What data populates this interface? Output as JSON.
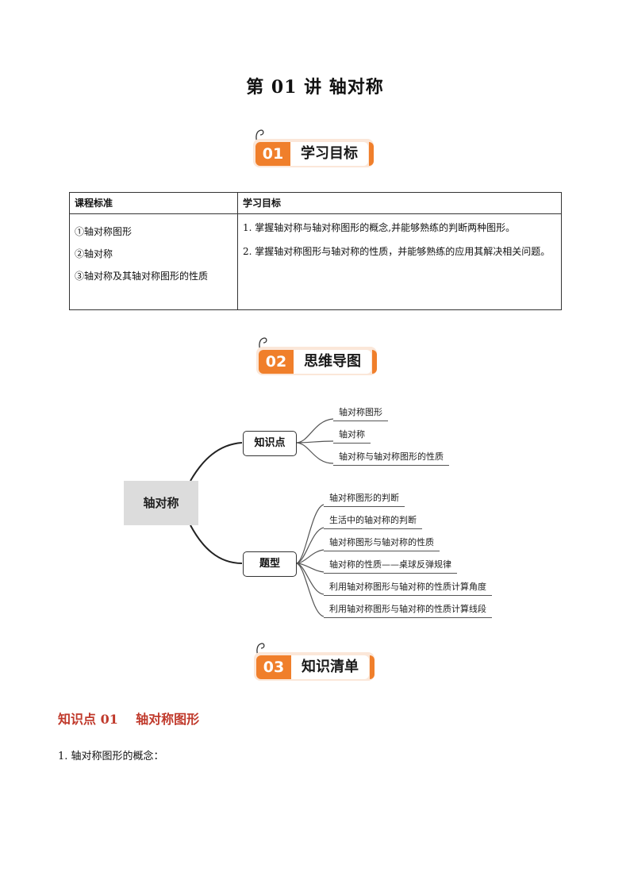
{
  "title": "第 01 讲  轴对称",
  "sections": [
    {
      "num": "01",
      "label": "学习目标"
    },
    {
      "num": "02",
      "label": "思维导图"
    },
    {
      "num": "03",
      "label": "知识清单"
    }
  ],
  "table": {
    "headers": [
      "课程标准",
      "学习目标"
    ],
    "standards": [
      "①轴对称图形",
      "②轴对称",
      "③轴对称及其轴对称图形的性质"
    ],
    "goals": [
      "1. 掌握轴对称与轴对称图形的概念,并能够熟练的判断两种图形。",
      "2. 掌握轴对称图形与轴对称的性质，并能够熟练的应用其解决相关问题。"
    ]
  },
  "mindmap": {
    "root": "轴对称",
    "branches": [
      {
        "label": "知识点",
        "leaves": [
          "轴对称图形",
          "轴对称",
          "轴对称与轴对称图形的性质"
        ]
      },
      {
        "label": "题型",
        "leaves": [
          "轴对称图形的判断",
          "生活中的轴对称的判断",
          "轴对称图形与轴对称的性质",
          "轴对称的性质——桌球反弹规律",
          "利用轴对称图形与轴对称的性质计算角度",
          "利用轴对称图形与轴对称的性质计算线段"
        ]
      }
    ]
  },
  "knowledge": {
    "heading": "知识点 01    轴对称图形",
    "line1": "1. 轴对称图形的概念："
  },
  "colors": {
    "accent": "#f07f2b",
    "heading": "#c0392b"
  }
}
